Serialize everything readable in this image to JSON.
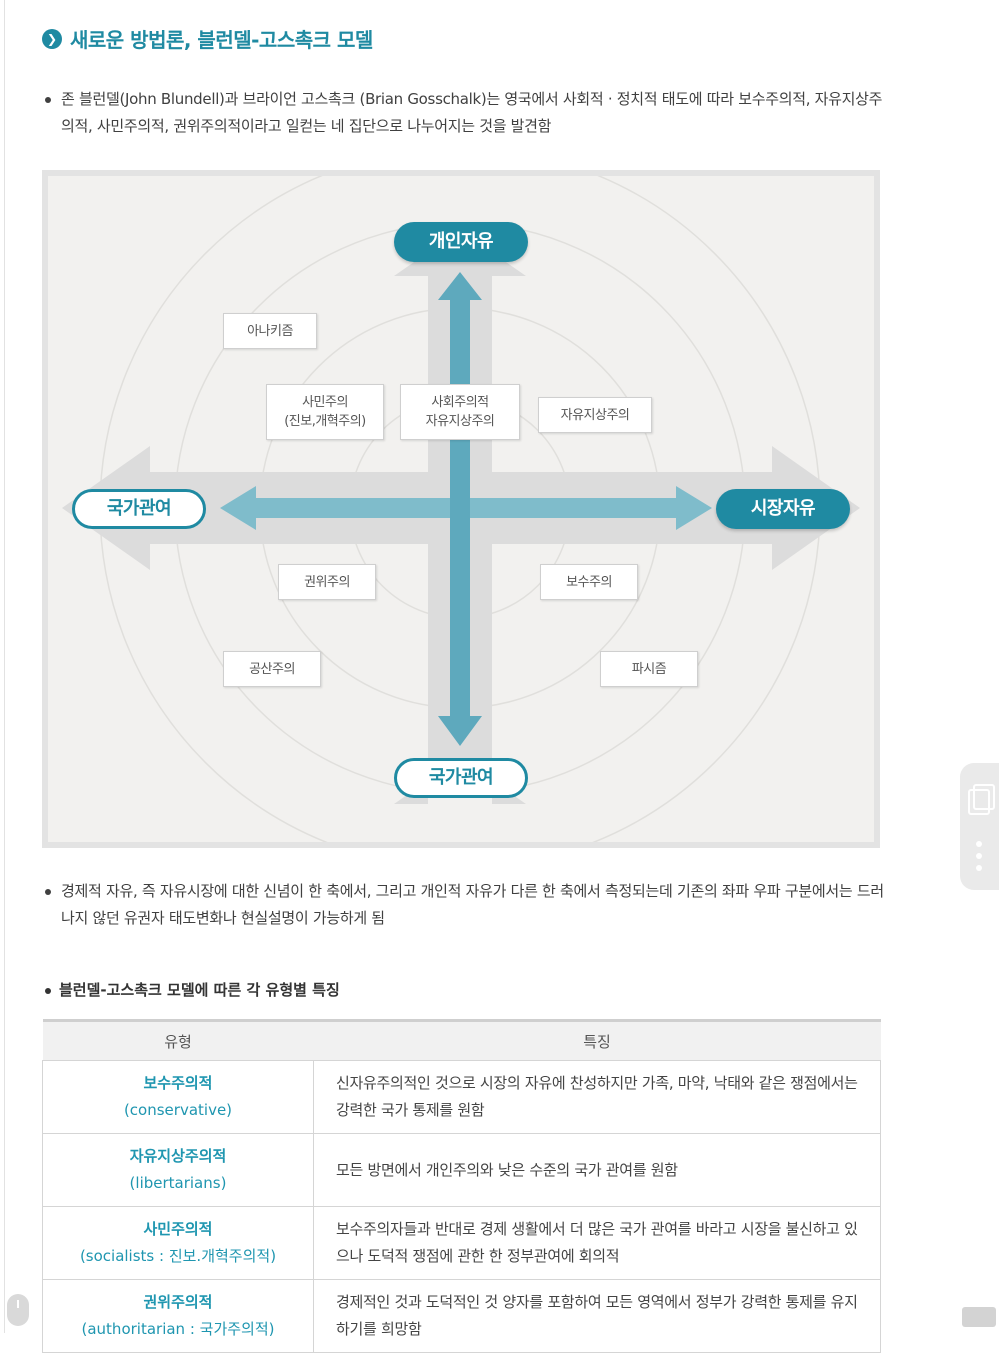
{
  "section": {
    "icon": "chevron-right-icon",
    "title": "새로운 방법론, 블런델-고스촉크 모델"
  },
  "intro": "존 블런델(John Blundell)과 브라이언 고스촉크 (Brian Gosschalk)는 영국에서 사회적 · 정치적 태도에 따라 보수주의적, 자유지상주의적, 사민주의적, 권위주의적이라고 일컫는 네 집단으로 나누어지는 것을 발견함",
  "diagram": {
    "axes": {
      "top": "개인자유",
      "bottom": "국가관여",
      "left": "국가관여",
      "right": "시장자유"
    },
    "labels": {
      "anarchism": "아나키즘",
      "social_democrat_1": "사민주의",
      "social_democrat_2": "(진보,개혁주의)",
      "center_1": "사회주의적",
      "center_2": "자유지상주의",
      "libertarian": "자유지상주의",
      "authoritarian": "권위주의",
      "conservative": "보수주의",
      "communism": "공산주의",
      "fascism": "파시즘"
    },
    "colors": {
      "accent": "#1f8aa2",
      "arrow": "#7fbccb",
      "halo": "#dcdcdc"
    }
  },
  "explanation": "경제적 자유, 즉 자유시장에 대한 신념이 한 축에서, 그리고 개인적 자유가 다른 한 축에서 측정되는데 기존의 좌파 우파 구분에서는 드러나지 않던 유권자 태도변화나 현실설명이 가능하게 됨",
  "table": {
    "heading": "블런델-고스촉크 모델에 따른 각 유형별 특징",
    "columns": [
      "유형",
      "특징"
    ],
    "rows": [
      {
        "name": "보수주의적",
        "en": "(conservative)",
        "feature": "신자유주의적인 것으로 시장의 자유에 찬성하지만 가족, 마약, 낙태와 같은 쟁점에서는 강력한 국가 통제를 원함"
      },
      {
        "name": "자유지상주의적",
        "en": "(libertarians)",
        "feature": "모든 방면에서 개인주의와 낮은 수준의 국가 관여를 원함"
      },
      {
        "name": "사민주의적",
        "en": "(socialists : 진보.개혁주의적)",
        "feature": "보수주의자들과 반대로 경제 생활에서 더 많은 국가 관여를 바라고 시장을 불신하고 있으나 도덕적 쟁점에 관한 한 정부관여에 회의적"
      },
      {
        "name": "권위주의적",
        "en": "(authoritarian : 국가주의적)",
        "feature": "경제적인 것과 도덕적인 것 양자를 포함하여 모든 영역에서 정부가 강력한 통제를 유지하기를 희망함"
      }
    ]
  },
  "ui": {
    "side_panel_icon": "copy-icon",
    "menu_icon": "more-vertical-icon",
    "keyboard_icon": "keyboard-icon",
    "scroll_icon": "scroll-icon"
  }
}
